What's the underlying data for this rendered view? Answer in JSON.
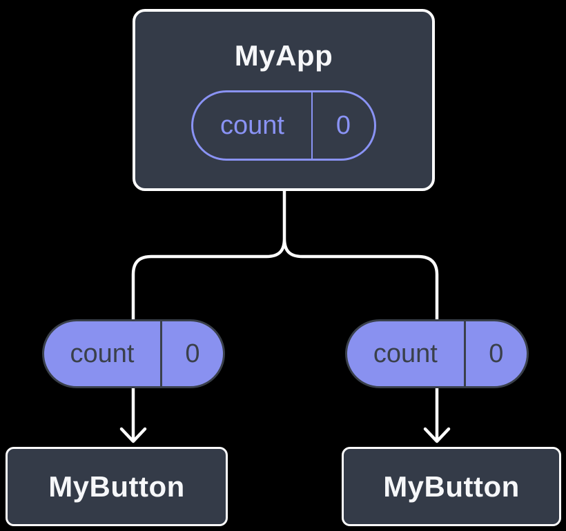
{
  "theme": {
    "background": "#000000",
    "node-fill": "#343B48",
    "node-border": "#FFFFFF",
    "node-text": "#F6F7F9",
    "purple-line": "#8A93F5",
    "purple-fill": "#8991F0",
    "pill-dark": "#3A404A",
    "connector": "#FFFFFF"
  },
  "diagram": {
    "root": {
      "label": "MyApp",
      "state": {
        "name": "count",
        "value": "0"
      }
    },
    "children": [
      {
        "label": "MyButton",
        "prop": {
          "name": "count",
          "value": "0"
        }
      },
      {
        "label": "MyButton",
        "prop": {
          "name": "count",
          "value": "0"
        }
      }
    ]
  }
}
